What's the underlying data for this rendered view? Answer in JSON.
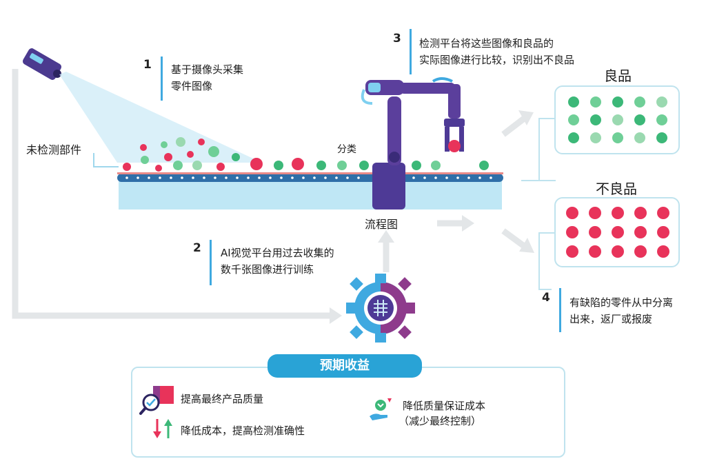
{
  "steps": [
    {
      "number": "1",
      "line1": "基于摄像头采集",
      "line2": "零件图像"
    },
    {
      "number": "2",
      "line1": "AI视觉平台用过去收集的",
      "line2": "数千张图像进行训练"
    },
    {
      "number": "3",
      "line1": "检测平台将这些图像和良品的",
      "line2": "实际图像进行比较，识别出不良品"
    },
    {
      "number": "4",
      "line1": "有缺陷的零件从中分离",
      "line2": "出来，返厂或报废"
    }
  ],
  "labels": {
    "uninspected": "未检测部件",
    "sort": "分类",
    "flowchart": "流程图",
    "good": "良品",
    "defective": "不良品"
  },
  "benefits": {
    "title": "预期收益",
    "item1": "提高最终产品质量",
    "item2": "降低成本，提高检测准确性",
    "item3_line1": "降低质量保证成本",
    "item3_line2": "（减少最终控制）"
  },
  "colors": {
    "accent_blue": "#29a3d6",
    "green_part": "#3cb878",
    "defect_red": "#e8335a",
    "robot_purple": "#5b3f9c",
    "belt_blue": "#bfe7f5"
  }
}
